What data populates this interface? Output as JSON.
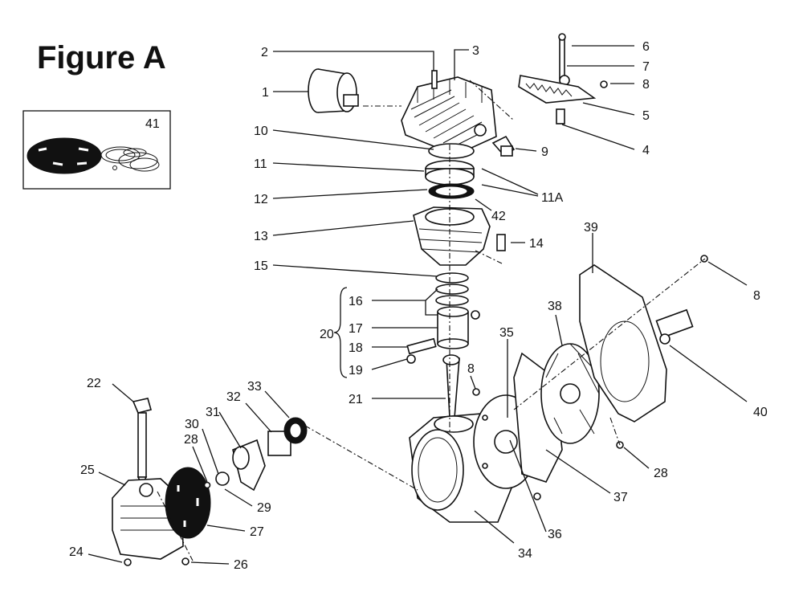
{
  "title": "Figure A",
  "callouts": {
    "c1": "1",
    "c2": "2",
    "c3": "3",
    "c4": "4",
    "c5": "5",
    "c6": "6",
    "c7": "7",
    "c8a": "8",
    "c8b": "8",
    "c8c": "8",
    "c9": "9",
    "c10": "10",
    "c11": "11",
    "c11a": "11A",
    "c12": "12",
    "c13": "13",
    "c14": "14",
    "c15": "15",
    "c16": "16",
    "c17": "17",
    "c18": "18",
    "c19": "19",
    "c20": "20",
    "c21": "21",
    "c22": "22",
    "c24": "24",
    "c25": "25",
    "c26": "26",
    "c27": "27",
    "c28a": "28",
    "c28b": "28",
    "c29": "29",
    "c30": "30",
    "c31": "31",
    "c32": "32",
    "c33": "33",
    "c34": "34",
    "c35": "35",
    "c36": "36",
    "c37": "37",
    "c38": "38",
    "c39": "39",
    "c40": "40",
    "c41": "41",
    "c42": "42"
  }
}
